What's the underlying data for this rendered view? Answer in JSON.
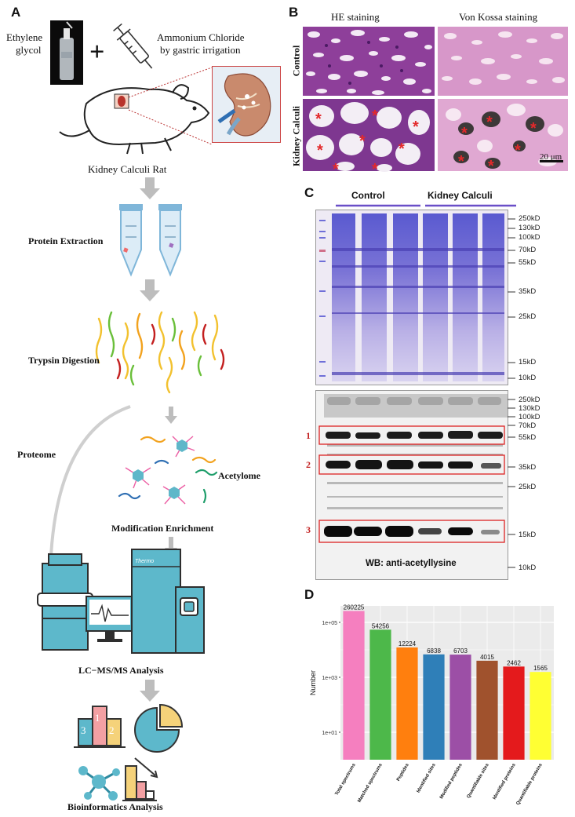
{
  "panels": {
    "a": "A",
    "b": "B",
    "c": "C",
    "d": "D"
  },
  "panelA": {
    "ethylene": [
      "Ethylene",
      "glycol"
    ],
    "plus": "+",
    "ammonium": [
      "Ammonium Chloride",
      "by gastric irrigation"
    ],
    "rat_label": "Kidney Calculi Rat",
    "steps": {
      "protein_extraction": "Protein Extraction",
      "trypsin": "Trypsin Digestion",
      "proteome": "Proteome",
      "acetylome": "Acetylome",
      "enrichment": "Modification Enrichment",
      "lcms": "LC−MS/MS Analysis",
      "bioinfo": "Bioinformatics Analysis"
    },
    "instrument_brand": "Thermo",
    "bar_icon_numbers": [
      "3",
      "1",
      "2"
    ]
  },
  "panelB": {
    "col_headers": [
      "HE staining",
      "Von Kossa staining"
    ],
    "row_labels": [
      "Control",
      "Kidney Calculi"
    ],
    "scale_bar": "20 μm"
  },
  "panelC": {
    "group_labels": [
      "Control",
      "Kidney Calculi"
    ],
    "gel_markers": [
      "250kD",
      "130kD",
      "100kD",
      "70kD",
      "55kD",
      "35kD",
      "25kD",
      "15kD",
      "10kD"
    ],
    "wb_markers": [
      "250kD",
      "130kD",
      "100kD",
      "70kD",
      "55kD",
      "35kD",
      "25kD",
      "15kD",
      "10kD"
    ],
    "box_numbers": [
      "1",
      "2",
      "3"
    ],
    "wb_label": "WB: anti-acetyllysine"
  },
  "chart_data": {
    "type": "bar",
    "categories": [
      "Total spectrums",
      "Matched spectrums",
      "Peptides",
      "Identified sites",
      "Modified peptides",
      "Quantifiable sites",
      "Identified proteins",
      "Quantifiable proteins"
    ],
    "values": [
      260225,
      54256,
      12224,
      6838,
      6703,
      4015,
      2462,
      1565
    ],
    "ylabel": "Number",
    "yscale": "log",
    "yticks": [
      "1e+01",
      "1e+03",
      "1e+05"
    ],
    "colors": [
      "#f57fbf",
      "#4db84a",
      "#ff7f0e",
      "#2f7fb8",
      "#9c4fa6",
      "#a0522d",
      "#e41a1c",
      "#ffff33"
    ],
    "grid": true
  }
}
